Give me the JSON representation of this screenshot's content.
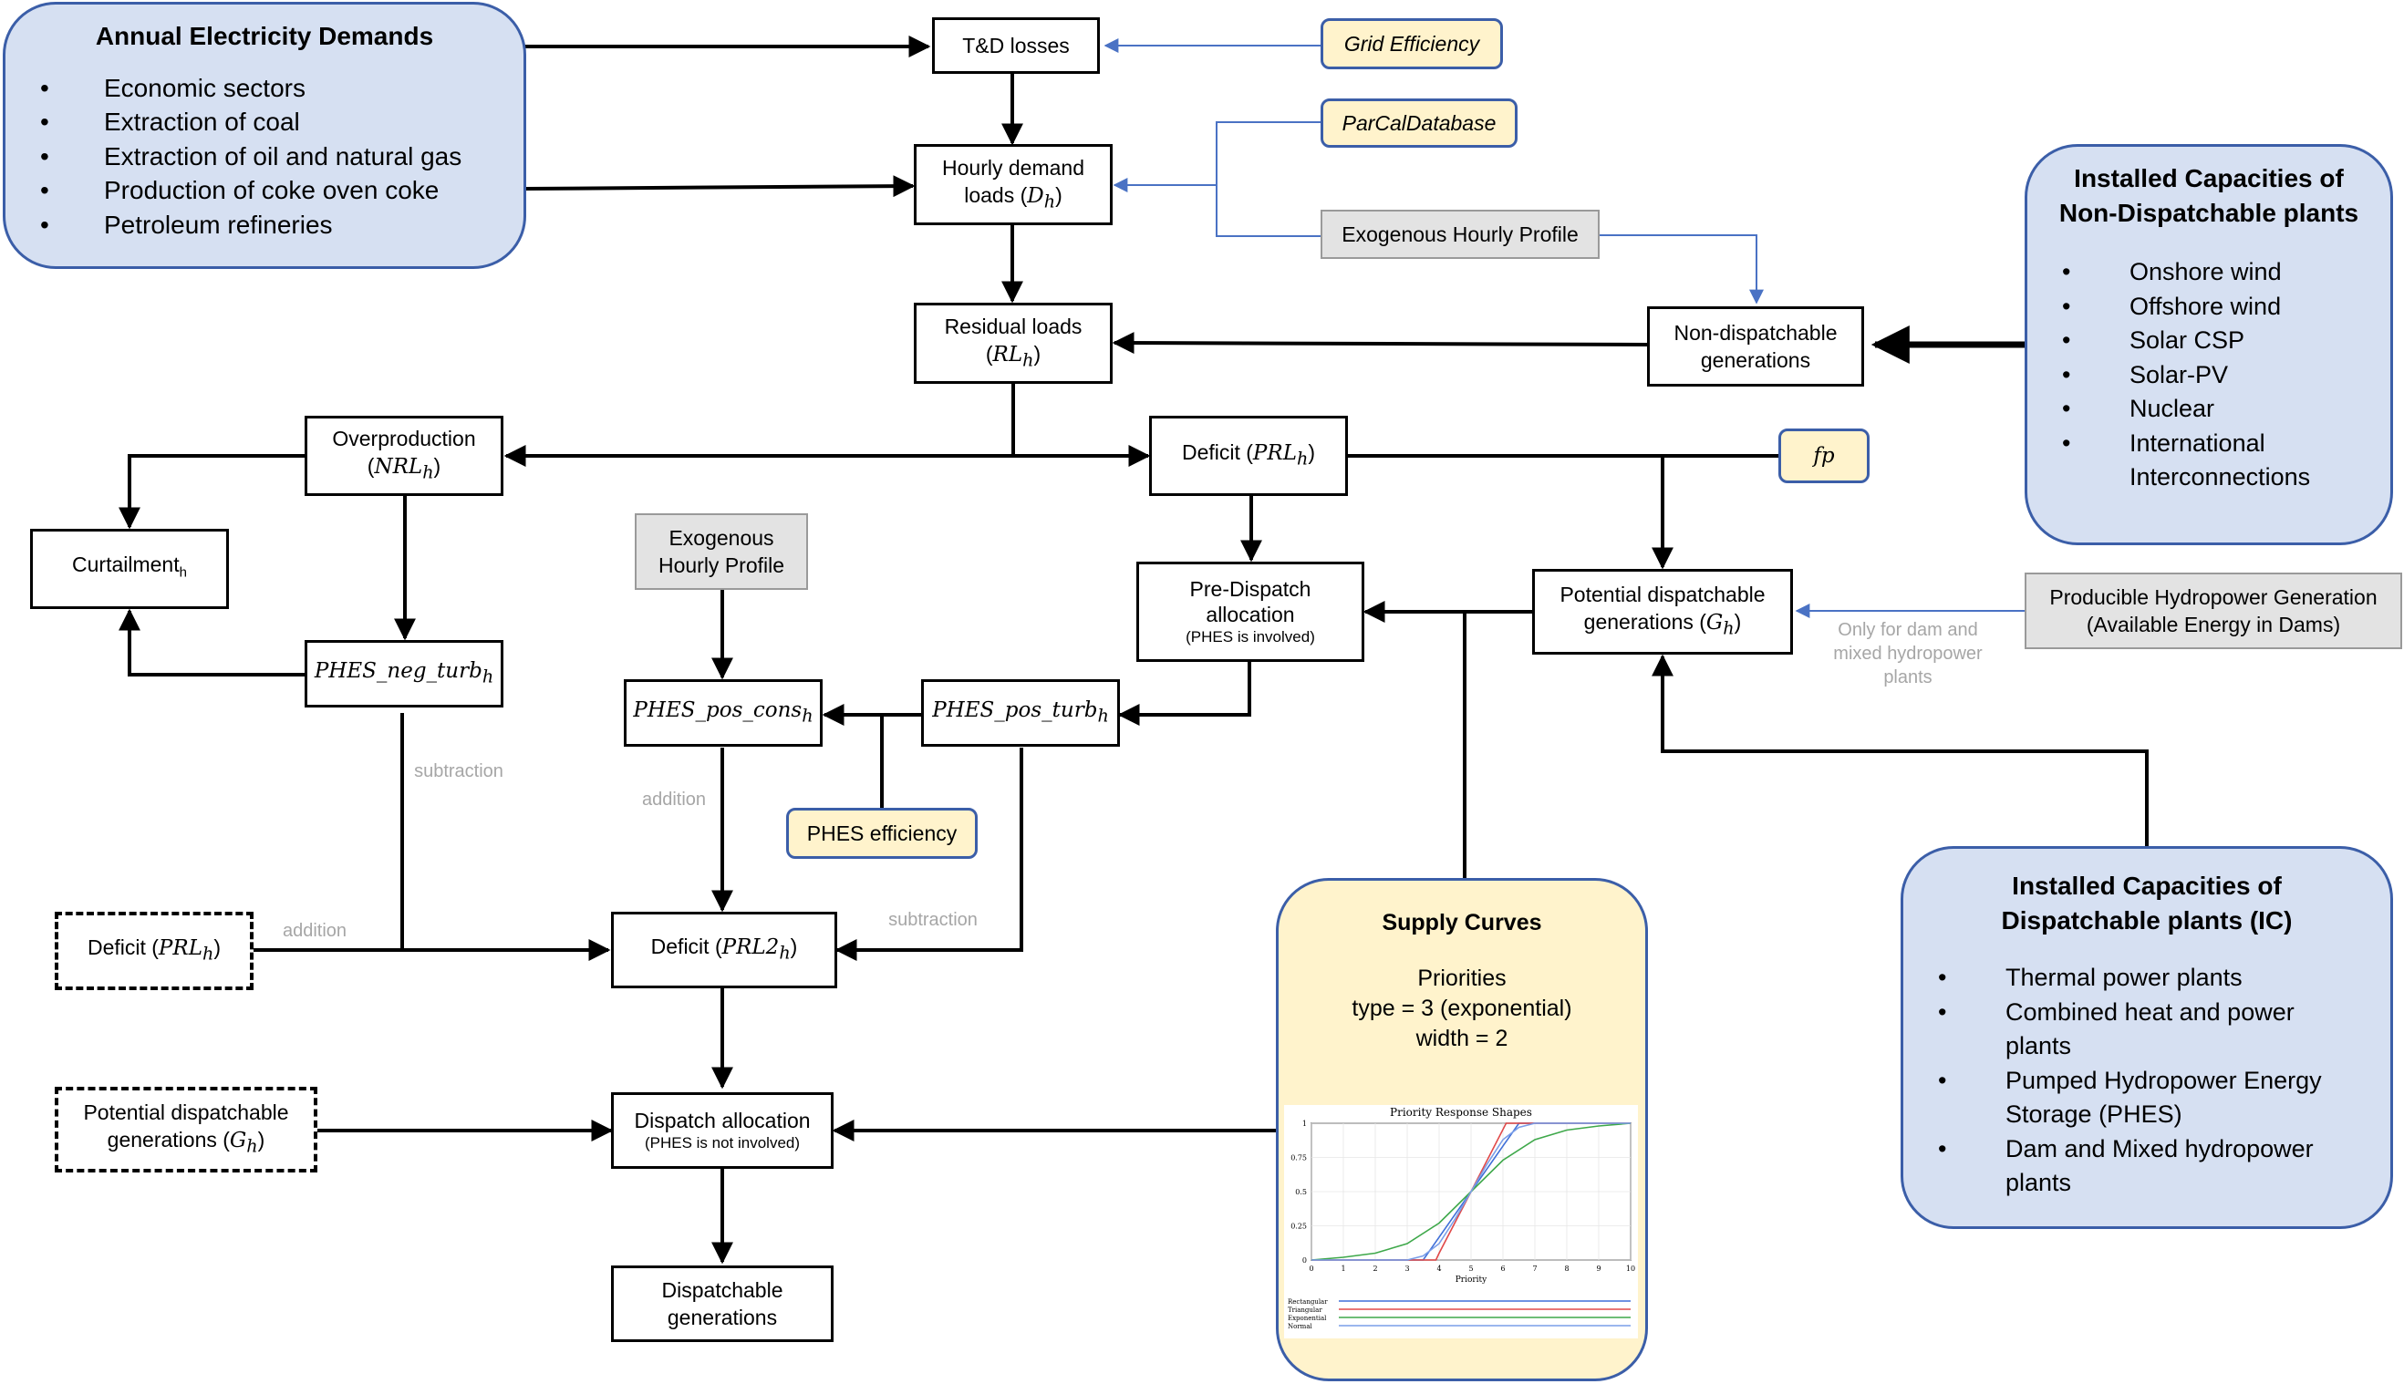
{
  "annual": {
    "title": "Annual Electricity Demands",
    "items": [
      "Economic sectors",
      "Extraction of coal",
      "Extraction of oil and natural gas",
      "Production of coke oven coke",
      "Petroleum refineries"
    ]
  },
  "nondisp_caps": {
    "title": "Installed Capacities of Non-Dispatchable plants",
    "items": [
      "Onshore wind",
      "Offshore wind",
      "Solar CSP",
      "Solar-PV",
      "Nuclear",
      "International Interconnections"
    ]
  },
  "disp_caps": {
    "title": "Installed Capacities of Dispatchable plants (IC)",
    "items": [
      "Thermal power plants",
      "Combined heat and power plants",
      "Pumped Hydropower Energy Storage (PHES)",
      "Dam and Mixed hydropower plants"
    ]
  },
  "nodes": {
    "td_losses": "T&D losses",
    "hourly_demand": "Hourly demand loads (",
    "hourly_demand_sym": "D",
    "hourly_demand_sub": "h",
    "residual": "Residual loads",
    "residual_sym": "RL",
    "residual_sub": "h",
    "nondisp_gen": "Non-dispatchable generations",
    "overproduction": "Overproduction",
    "overproduction_sym": "NRL",
    "overproduction_sub": "h",
    "deficit1": "Deficit (",
    "deficit1_sym": "PRL",
    "deficit1_sub": "h",
    "curtailment": "Curtailment",
    "curtailment_sub": "h",
    "predispatch": "Pre-Dispatch allocation",
    "predispatch_note": "(PHES is involved)",
    "potential_disp": "Potential dispatchable generations (",
    "potential_disp_sym": "G",
    "potential_disp_sub": "h",
    "phes_neg": "PHES_neg_turb",
    "phes_neg_sub": "h",
    "phes_pos_cons": "PHES_pos_cons",
    "phes_pos_cons_sub": "h",
    "phes_pos_turb": "PHES_pos_turb",
    "phes_pos_turb_sub": "h",
    "deficit_dashed": "Deficit (",
    "deficit_dashed_sym": "PRL",
    "deficit_dashed_sub": "h",
    "deficit2": "Deficit (",
    "deficit2_sym": "PRL2",
    "deficit2_sub": "h",
    "potential_dashed": "Potential dispatchable generations (",
    "potential_dashed_sym": "G",
    "potential_dashed_sub": "h",
    "dispatch_alloc": "Dispatch allocation",
    "dispatch_alloc_note": "(PHES is not involved)",
    "dispatchable_gen": "Dispatchable generations"
  },
  "params": {
    "grid_eff": "Grid Efficiency",
    "parcal": "ParCalDatabase",
    "exo_top": "Exogenous Hourly Profile",
    "fp": "fp",
    "producible": "Producible Hydropower Generation (Available Energy in Dams)",
    "exo_mid": "Exogenous Hourly Profile",
    "phes_eff": "PHES efficiency"
  },
  "labels": {
    "only_dam": "Only for dam and mixed hydropower plants",
    "subtraction1": "subtraction",
    "addition1": "addition",
    "addition2": "addition",
    "subtraction2": "subtraction"
  },
  "supply": {
    "title": "Supply Curves",
    "line1": "Priorities",
    "line2": "type = 3 (exponential)",
    "line3": "width = 2"
  },
  "chart_data": {
    "type": "line",
    "title": "Priority Response Shapes",
    "xlabel": "Priority",
    "ylabel": "",
    "xlim": [
      0,
      10
    ],
    "ylim": [
      0,
      1
    ],
    "x_ticks": [
      "0",
      "1",
      "2",
      "3",
      "4",
      "5",
      "6",
      "7",
      "8",
      "9",
      "10"
    ],
    "y_ticks": [
      "0",
      "0.25",
      "0.5",
      "0.75",
      "1"
    ],
    "series": [
      {
        "name": "Rectangular",
        "color": "#3f6fd8",
        "x": [
          0,
          3.5,
          6.5,
          10
        ],
        "y": [
          0,
          0,
          1,
          1
        ]
      },
      {
        "name": "Triangular",
        "color": "#e04848",
        "x": [
          0,
          3.9,
          4.0,
          5.0,
          6.1,
          10
        ],
        "y": [
          0,
          0,
          0.05,
          0.5,
          1,
          1
        ]
      },
      {
        "name": "Exponential",
        "color": "#3ea84a",
        "x": [
          0,
          1,
          2,
          3,
          4,
          5,
          6,
          7,
          8,
          9,
          10
        ],
        "y": [
          0.0,
          0.02,
          0.05,
          0.12,
          0.27,
          0.5,
          0.73,
          0.88,
          0.95,
          0.98,
          1.0
        ]
      },
      {
        "name": "Normal",
        "color": "#7a9ee8",
        "x": [
          0,
          3,
          3.5,
          4,
          4.5,
          5,
          5.5,
          6,
          6.5,
          7,
          10
        ],
        "y": [
          0,
          0.0,
          0.03,
          0.12,
          0.3,
          0.5,
          0.7,
          0.88,
          0.97,
          1.0,
          1.0
        ]
      }
    ],
    "legend": "bottom"
  }
}
